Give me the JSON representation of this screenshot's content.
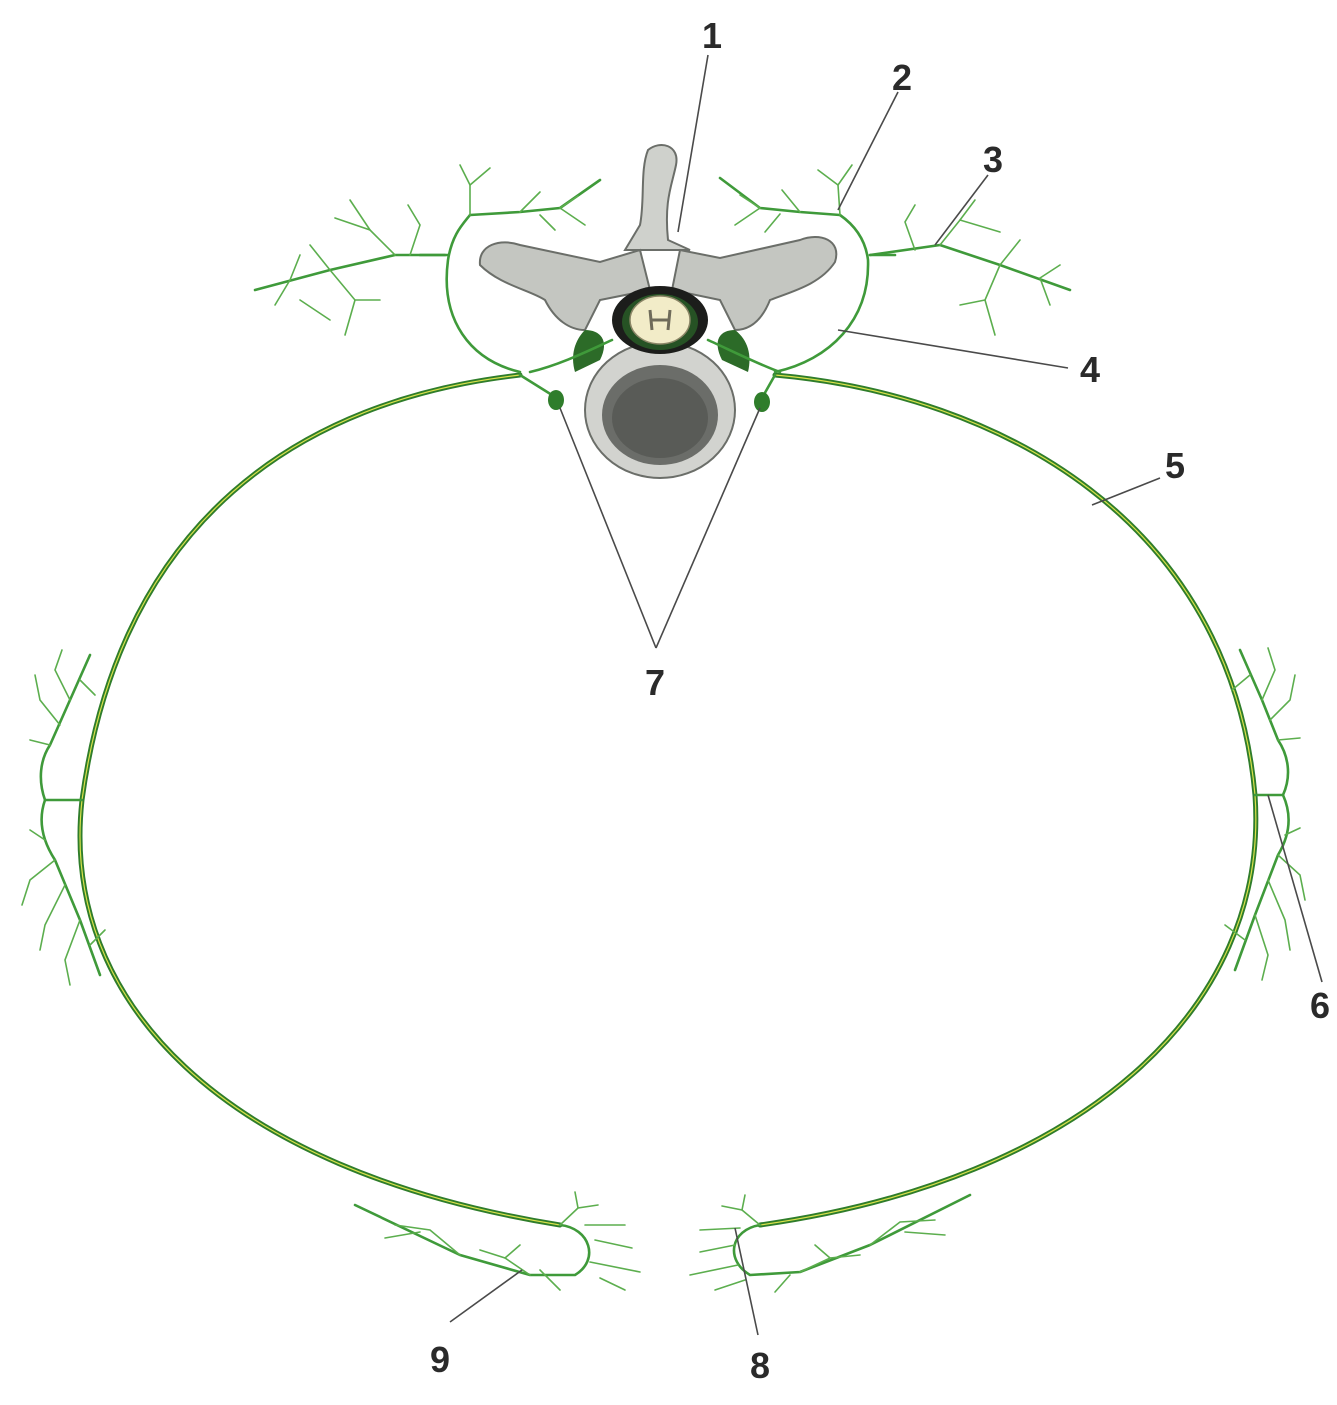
{
  "labels": {
    "n1": "1",
    "n2": "2",
    "n3": "3",
    "n4": "4",
    "n5": "5",
    "n6": "6",
    "n7": "7",
    "n8": "8",
    "n9": "9"
  },
  "colors": {
    "nerve": "#2f7d2b",
    "nerve_highlight": "#d9e24a",
    "branch": "#3f9a3a",
    "bone": "#c9cbc6",
    "bone_shadow": "#5d605b",
    "spinal_cord": "#f2ecc8"
  }
}
